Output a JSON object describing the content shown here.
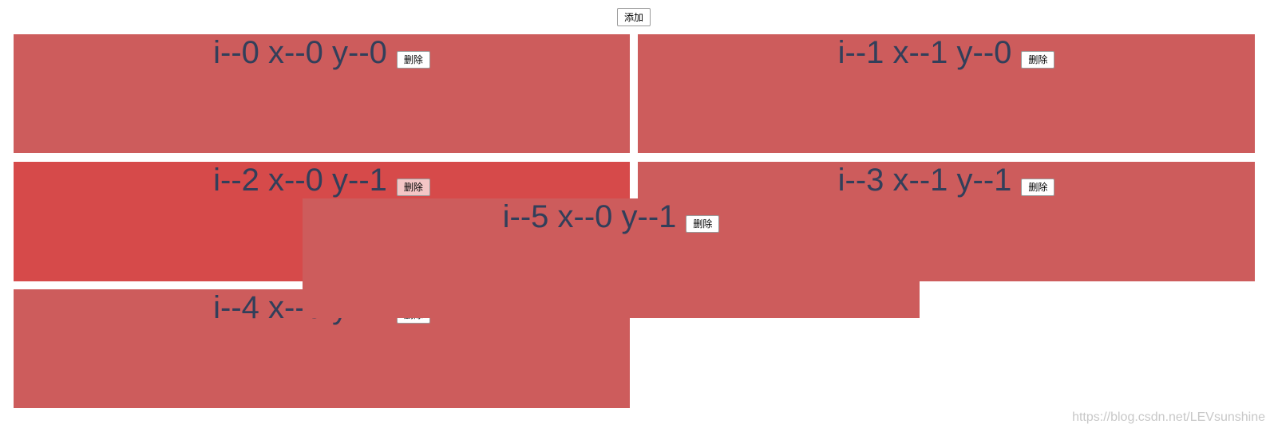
{
  "toolbar": {
    "add_label": "添加"
  },
  "items": [
    {
      "text": "i--0 x--0 y--0",
      "delete_label": "删除"
    },
    {
      "text": "i--1 x--1 y--0",
      "delete_label": "删除"
    },
    {
      "text": "i--2 x--0 y--1",
      "delete_label": "删除"
    },
    {
      "text": "i--3 x--1 y--1",
      "delete_label": "删除"
    },
    {
      "text": "i--4 x--0 y--2",
      "delete_label": "删除"
    },
    {
      "text": "i--5 x--0 y--1",
      "delete_label": "删除"
    }
  ],
  "watermark": "https://blog.csdn.net/LEVsunshine",
  "colors": {
    "item_bg": "#cd5c5c",
    "item_active_bg": "#d64a4a",
    "item_text": "#323f5a"
  }
}
